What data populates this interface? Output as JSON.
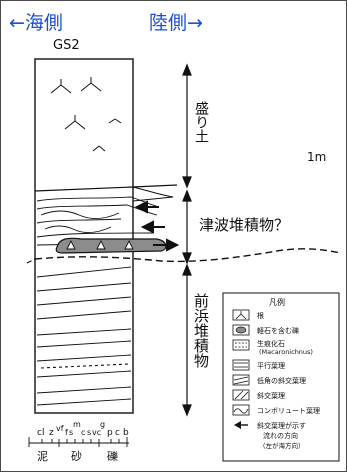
{
  "header": {
    "left_label": "←海側",
    "right_label": "陸側→",
    "section_id": "GS2"
  },
  "units": {
    "upper": "盛り土",
    "middle": "津波堆積物？",
    "lower": "前浜堆積物"
  },
  "scale_label": "1m",
  "grain_size": {
    "ticks": [
      "cl",
      "z",
      "vf",
      "f",
      "s",
      "m",
      "c",
      "s",
      "vc",
      "g",
      "p",
      "c",
      "b"
    ],
    "groups": [
      "泥",
      "砂",
      "礫"
    ]
  },
  "legend": {
    "title": "凡例",
    "items": [
      {
        "icon": "root-icon",
        "label": "根"
      },
      {
        "icon": "pumice-gravel-icon",
        "label": "軽石を含む礫"
      },
      {
        "icon": "trace-fossil-icon",
        "label": "生痕化石",
        "label2": "(Macaronichnus)"
      },
      {
        "icon": "parallel-lamination-icon",
        "label": "平行葉理"
      },
      {
        "icon": "low-angle-cross-lamination-icon",
        "label": "低角の斜交葉理"
      },
      {
        "icon": "cross-lamination-icon",
        "label": "斜交葉理"
      },
      {
        "icon": "convolute-lamination-icon",
        "label": "コンボリュート葉理"
      },
      {
        "icon": "arrow-left-icon",
        "label": "斜交葉理が示す",
        "label2": "流れの方向",
        "label3": "（左が海方向）"
      }
    ]
  },
  "colors": {
    "header_text": "#1d4fd6",
    "gravel_lens": "#8c8c8c",
    "line": "#111111"
  }
}
